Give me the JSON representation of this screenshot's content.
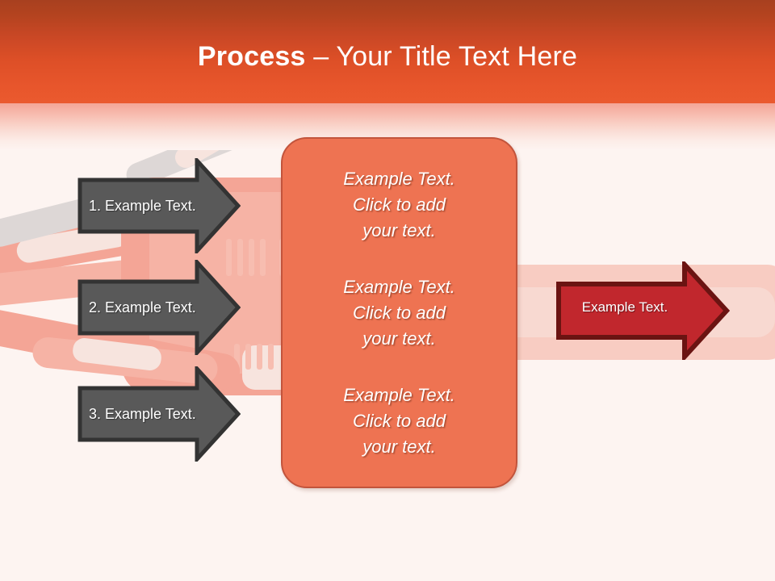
{
  "slide": {
    "title_bold": "Process",
    "title_rest": " – Your Title Text Here",
    "background_color": "#fdf4f1",
    "header_top_color": "#a8401f",
    "header_bottom_color": "#ea5a2e"
  },
  "left_steps": [
    {
      "label": "1. Example Text.",
      "fill": "#595959",
      "stroke": "#333333"
    },
    {
      "label": "2. Example Text.",
      "fill": "#595959",
      "stroke": "#333333"
    },
    {
      "label": "3. Example Text.",
      "fill": "#595959",
      "stroke": "#333333"
    }
  ],
  "center_box": {
    "fill": "#ee7352",
    "stroke": "#c2543c",
    "paragraphs": [
      "Example Text.\nClick  to add\nyour text.",
      "Example Text.\nClick  to add\nyour text.",
      "Example Text.\nClick  to add\nyour text."
    ]
  },
  "result_arrow": {
    "label": "Example Text.",
    "fill": "#c1272d",
    "stroke": "#6b1412"
  }
}
